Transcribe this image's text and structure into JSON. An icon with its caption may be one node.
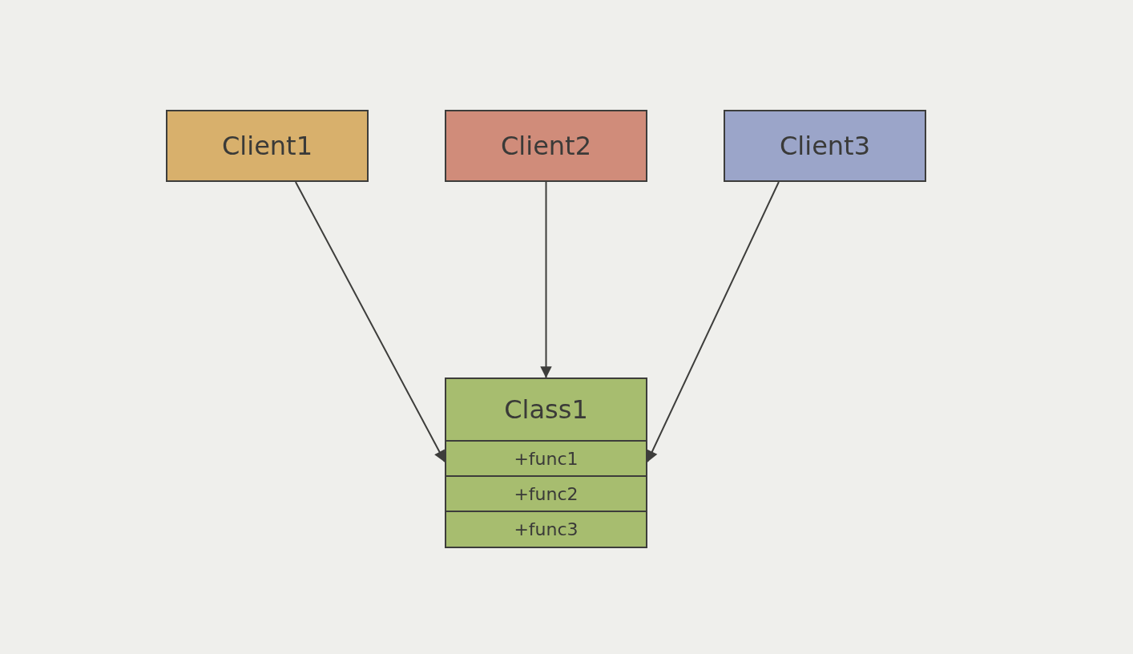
{
  "diagram": {
    "nodes": [
      {
        "text": [
          "Client1"
        ]
      },
      {
        "text": [
          "Client2"
        ]
      },
      {
        "text": [
          "Client3"
        ]
      },
      {
        "text": [
          "Class1",
          "+func1",
          "+func2",
          "+func3"
        ]
      }
    ],
    "edges": [
      {
        "from": 0,
        "to": 3,
        "arrow": "to"
      },
      {
        "from": 1,
        "to": 3,
        "arrow": "to"
      },
      {
        "from": 2,
        "to": 3,
        "arrow": "to"
      }
    ]
  }
}
